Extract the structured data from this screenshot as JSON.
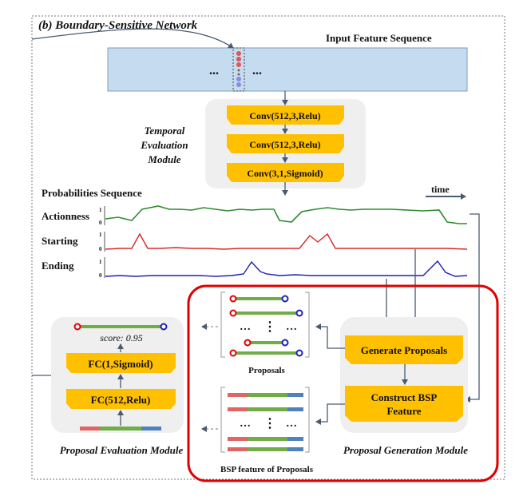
{
  "title": "(b) Boundary-Sensitive Network",
  "input": {
    "label": "Input Feature Sequence",
    "dots": "..."
  },
  "tem": {
    "label_lines": [
      "Temporal",
      "Evaluation",
      "Module"
    ],
    "layers": [
      "Conv(512,3,Relu)",
      "Conv(512,3,Relu)",
      "Conv(3,1,Sigmoid)"
    ]
  },
  "probabilities": {
    "title": "Probabilities  Sequence",
    "time_label": "time",
    "series": [
      {
        "name": "Actionness",
        "color": "#2e8b2e",
        "tick_top": "1",
        "tick_bottom": "0"
      },
      {
        "name": "Starting",
        "color": "#d62828",
        "tick_top": "1",
        "tick_bottom": "0"
      },
      {
        "name": "Ending",
        "color": "#1f1fb8",
        "tick_top": "1",
        "tick_bottom": "0"
      }
    ]
  },
  "pgm": {
    "label": "Proposal Generation Module",
    "generate_label": "Generate Proposals",
    "construct_label_lines": [
      "Construct BSP",
      "Feature"
    ],
    "proposals_label": "Proposals",
    "bsp_label": "BSP feature of Proposals",
    "dots": "…",
    "vdots": "⋮"
  },
  "pem": {
    "label": "Proposal Evaluation Module",
    "score_label": "score: 0.95",
    "layers": [
      "FC(1,Sigmoid)",
      "FC(512,Relu)"
    ]
  },
  "colors": {
    "layer_fill": "#ffc000",
    "module_bg": "#efefef",
    "input_fill": "#c5dbef",
    "highlight": "#e00000",
    "proposal_green": "#70ad47",
    "bsp_red": "#e06666",
    "bsp_blue": "#4f81bd"
  }
}
